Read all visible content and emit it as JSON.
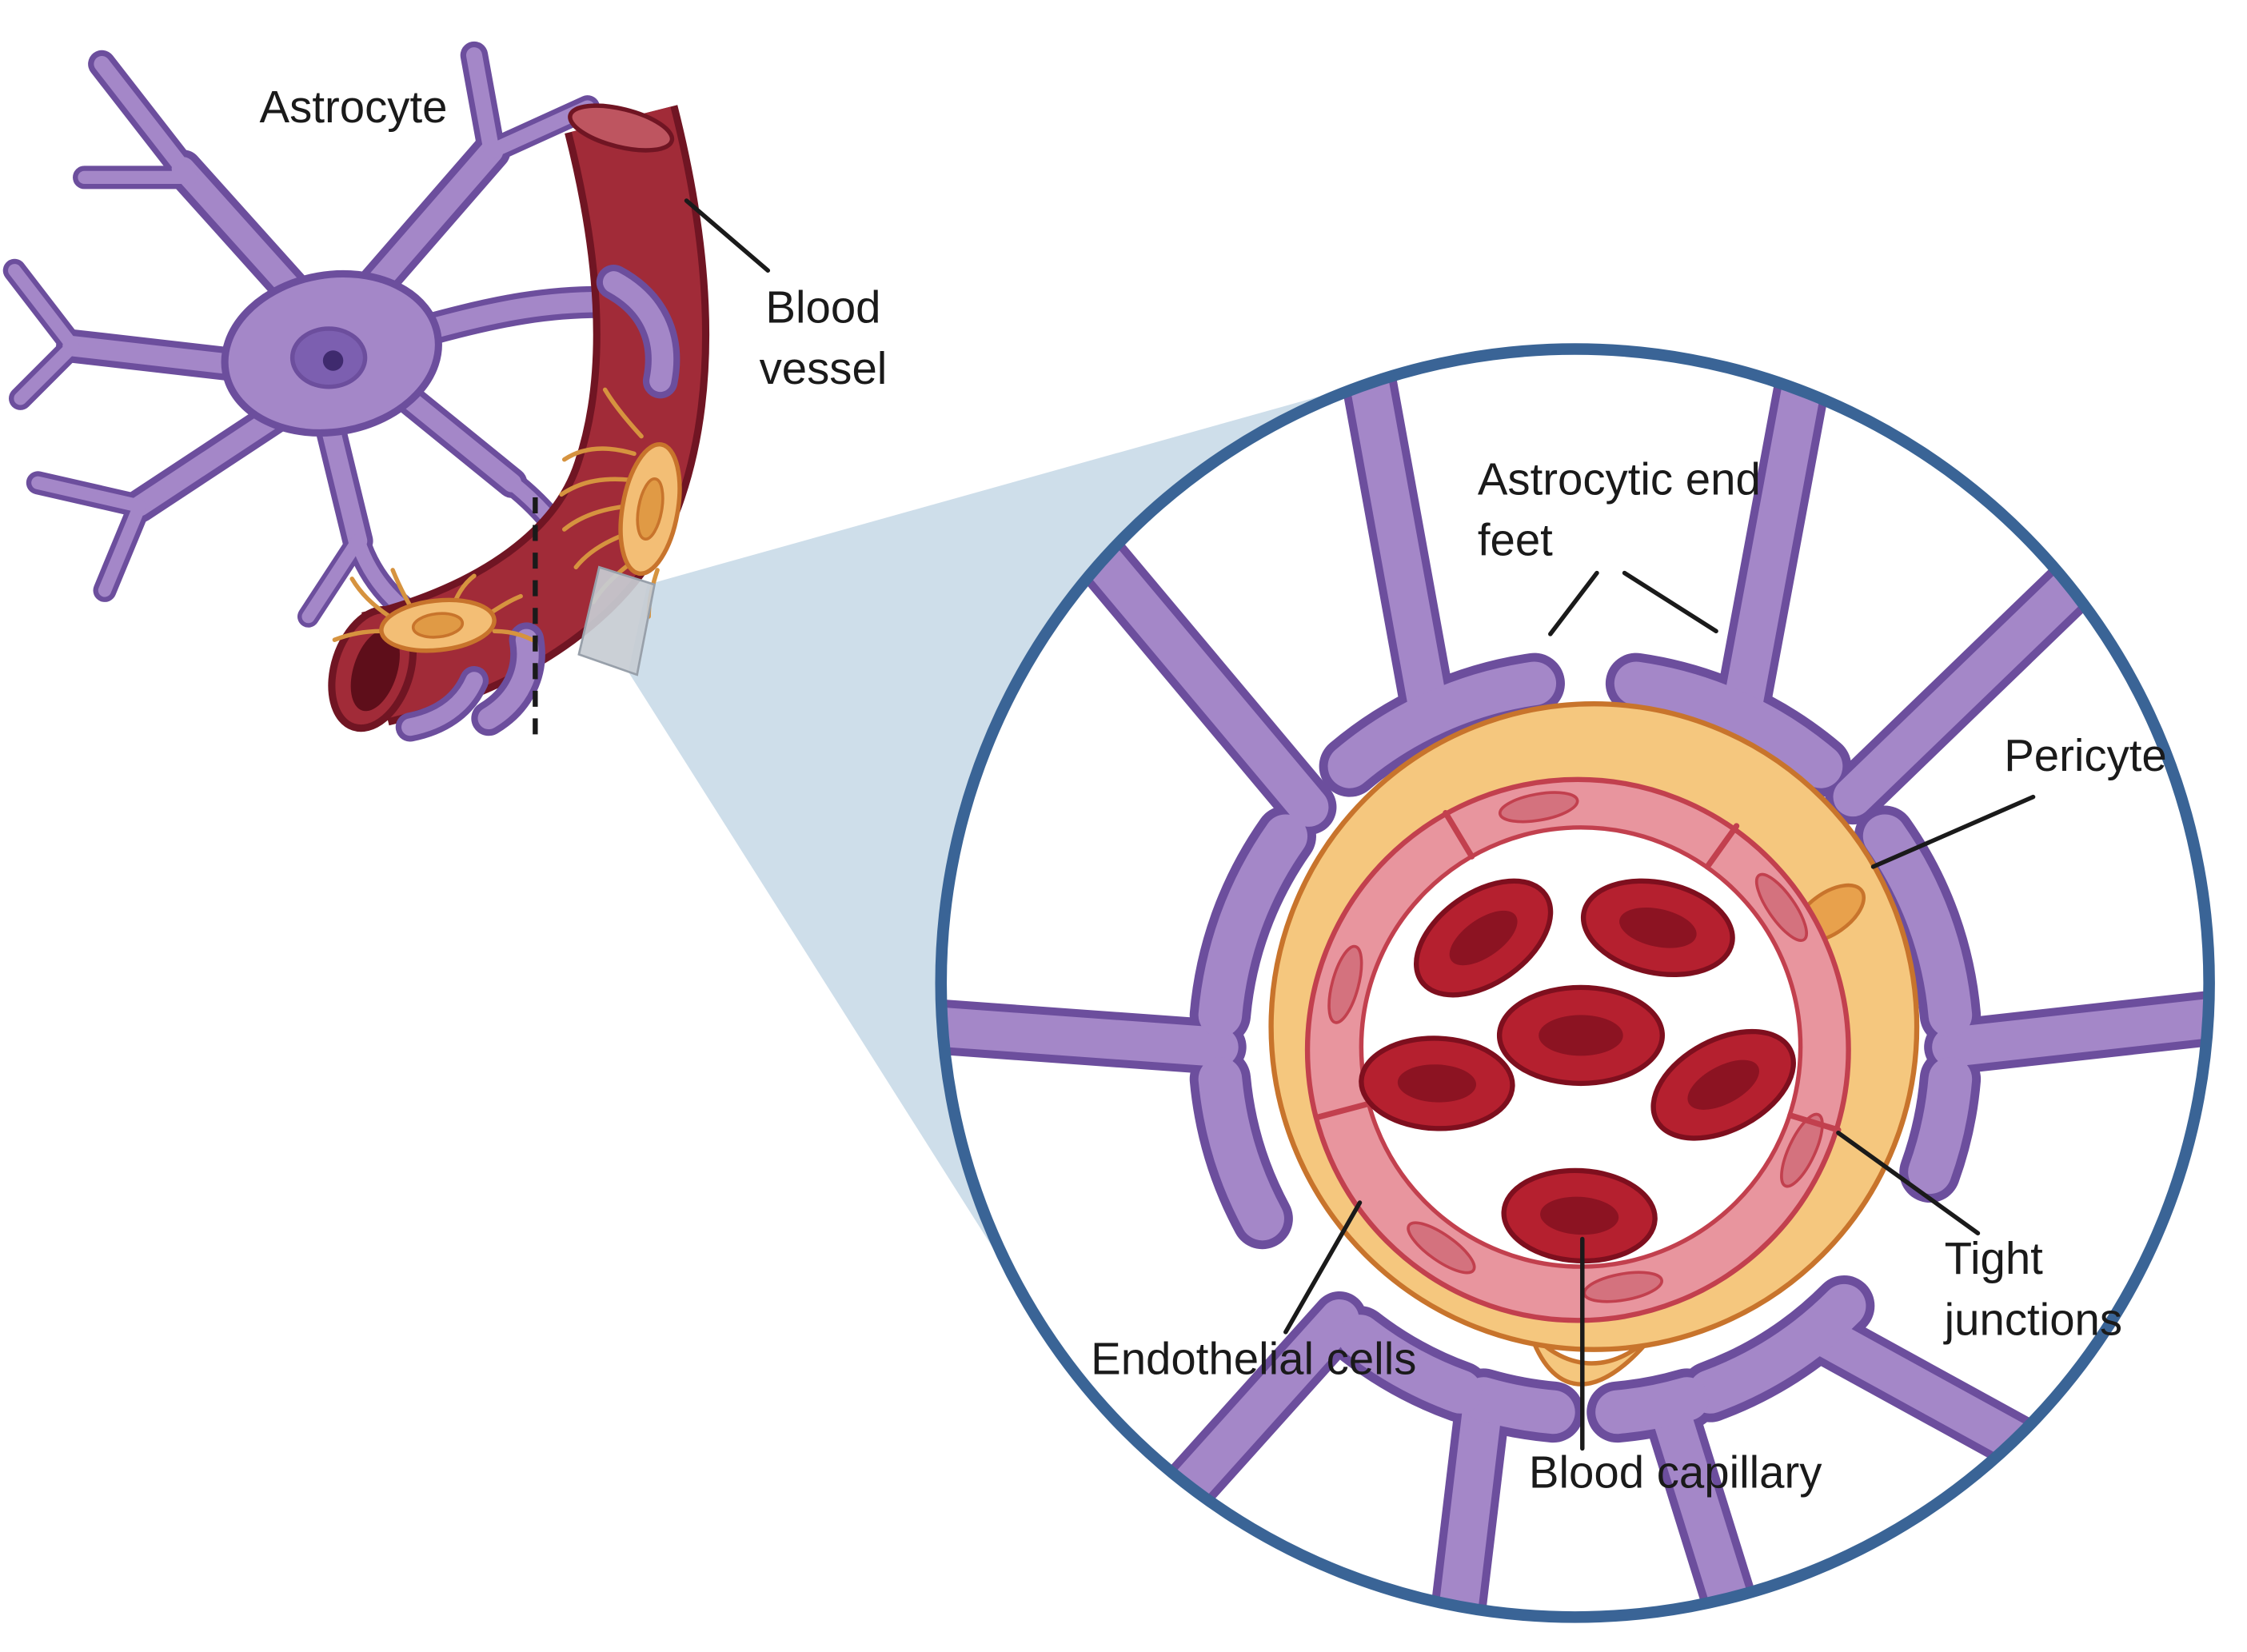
{
  "overview": {
    "astrocyte_label": "Astrocyte",
    "blood_vessel_line1": "Blood",
    "blood_vessel_line2": "vessel"
  },
  "inset": {
    "end_feet_line1": "Astrocytic end",
    "end_feet_line2": "feet",
    "pericyte_label": "Pericyte",
    "tight_junctions_line1": "Tight",
    "tight_junctions_line2": "junctions",
    "endothelial_cells_label": "Endothelial cells",
    "blood_capillary_label": "Blood capillary"
  },
  "palette": {
    "astrocyte_fill": "#A487C8",
    "astrocyte_outline": "#6C4E9D",
    "vessel_fill": "#A12B38",
    "vessel_outline": "#701523",
    "pericyte_fill": "#F5C77E",
    "pericyte_outline": "#C8742C",
    "endothelium_fill": "#E8959E",
    "endothelium_outline": "#C2404E",
    "rbc_fill": "#B5202F",
    "rbc_shadow": "#8C1322",
    "inset_border": "#3A6496",
    "cone_fill": "#C9DAE8",
    "label_color": "#1A1A1A"
  }
}
